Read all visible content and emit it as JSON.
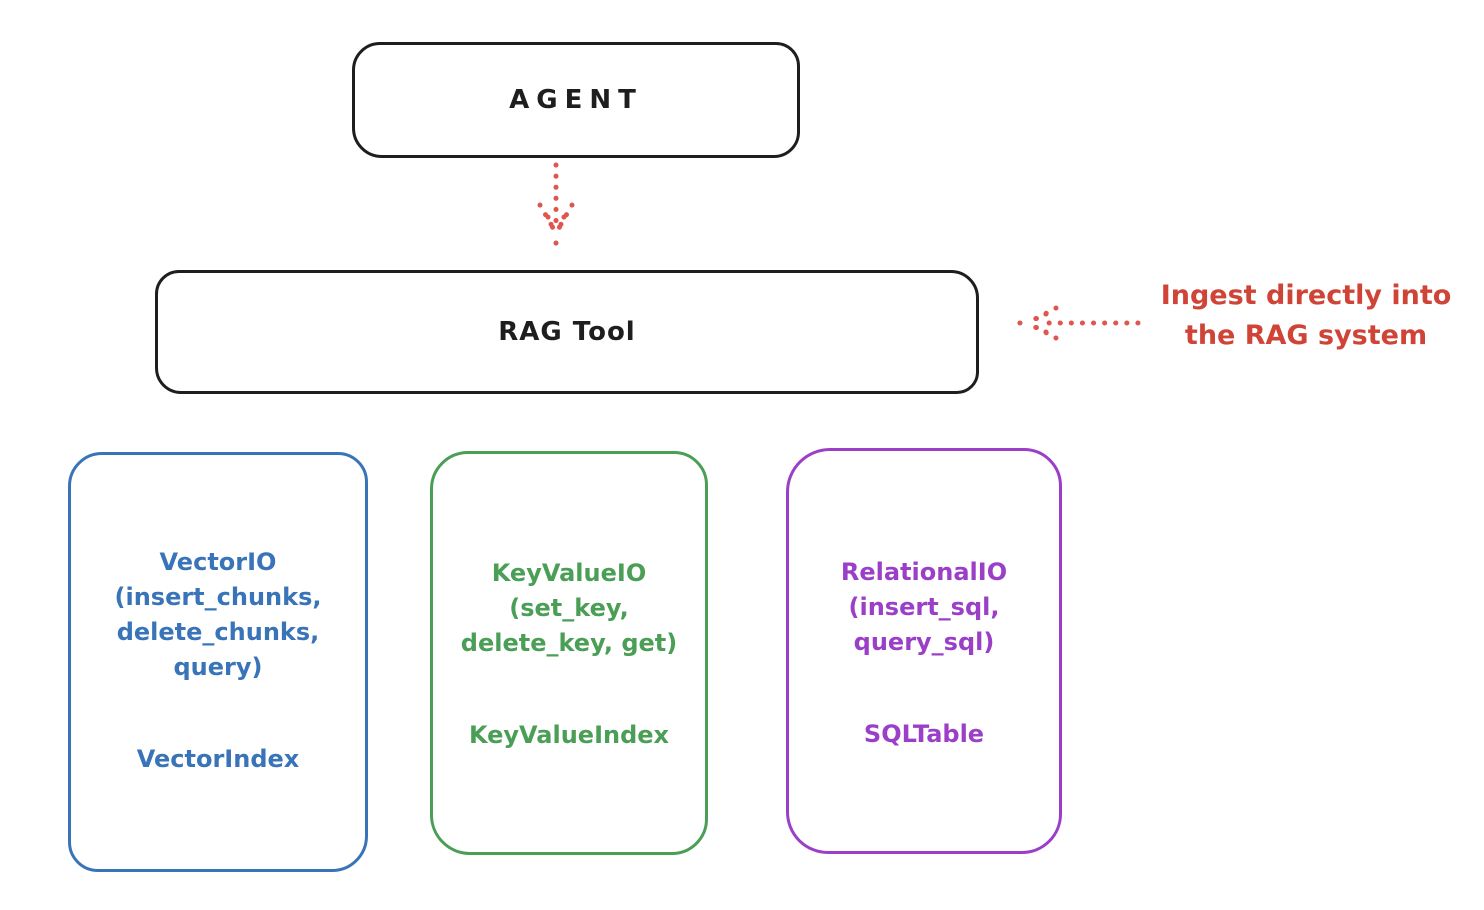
{
  "diagram": {
    "nodes": {
      "agent": {
        "label": "AGENT"
      },
      "rag_tool": {
        "label": "RAG Tool"
      }
    },
    "annotation": {
      "line1": "Ingest directly into",
      "line2": "the RAG system"
    },
    "backends": [
      {
        "title": "VectorIO",
        "signature_lines": [
          "(insert_chunks,",
          "delete_chunks,",
          "query)"
        ],
        "index_label": "VectorIndex",
        "color": "#3a74b8"
      },
      {
        "title": "KeyValueIO",
        "signature_lines": [
          "(set_key,",
          "delete_key, get)"
        ],
        "index_label": "KeyValueIndex",
        "color": "#4a9e55"
      },
      {
        "title": "RelationalIO",
        "signature_lines": [
          "(insert_sql,",
          "query_sql)"
        ],
        "index_label": "SQLTable",
        "color": "#9b3fc8"
      }
    ],
    "colors": {
      "stroke": "#1e1e1e",
      "annotation_red": "#cf4437",
      "arrow_red": "#e0564e",
      "background": "#ffffff"
    }
  }
}
